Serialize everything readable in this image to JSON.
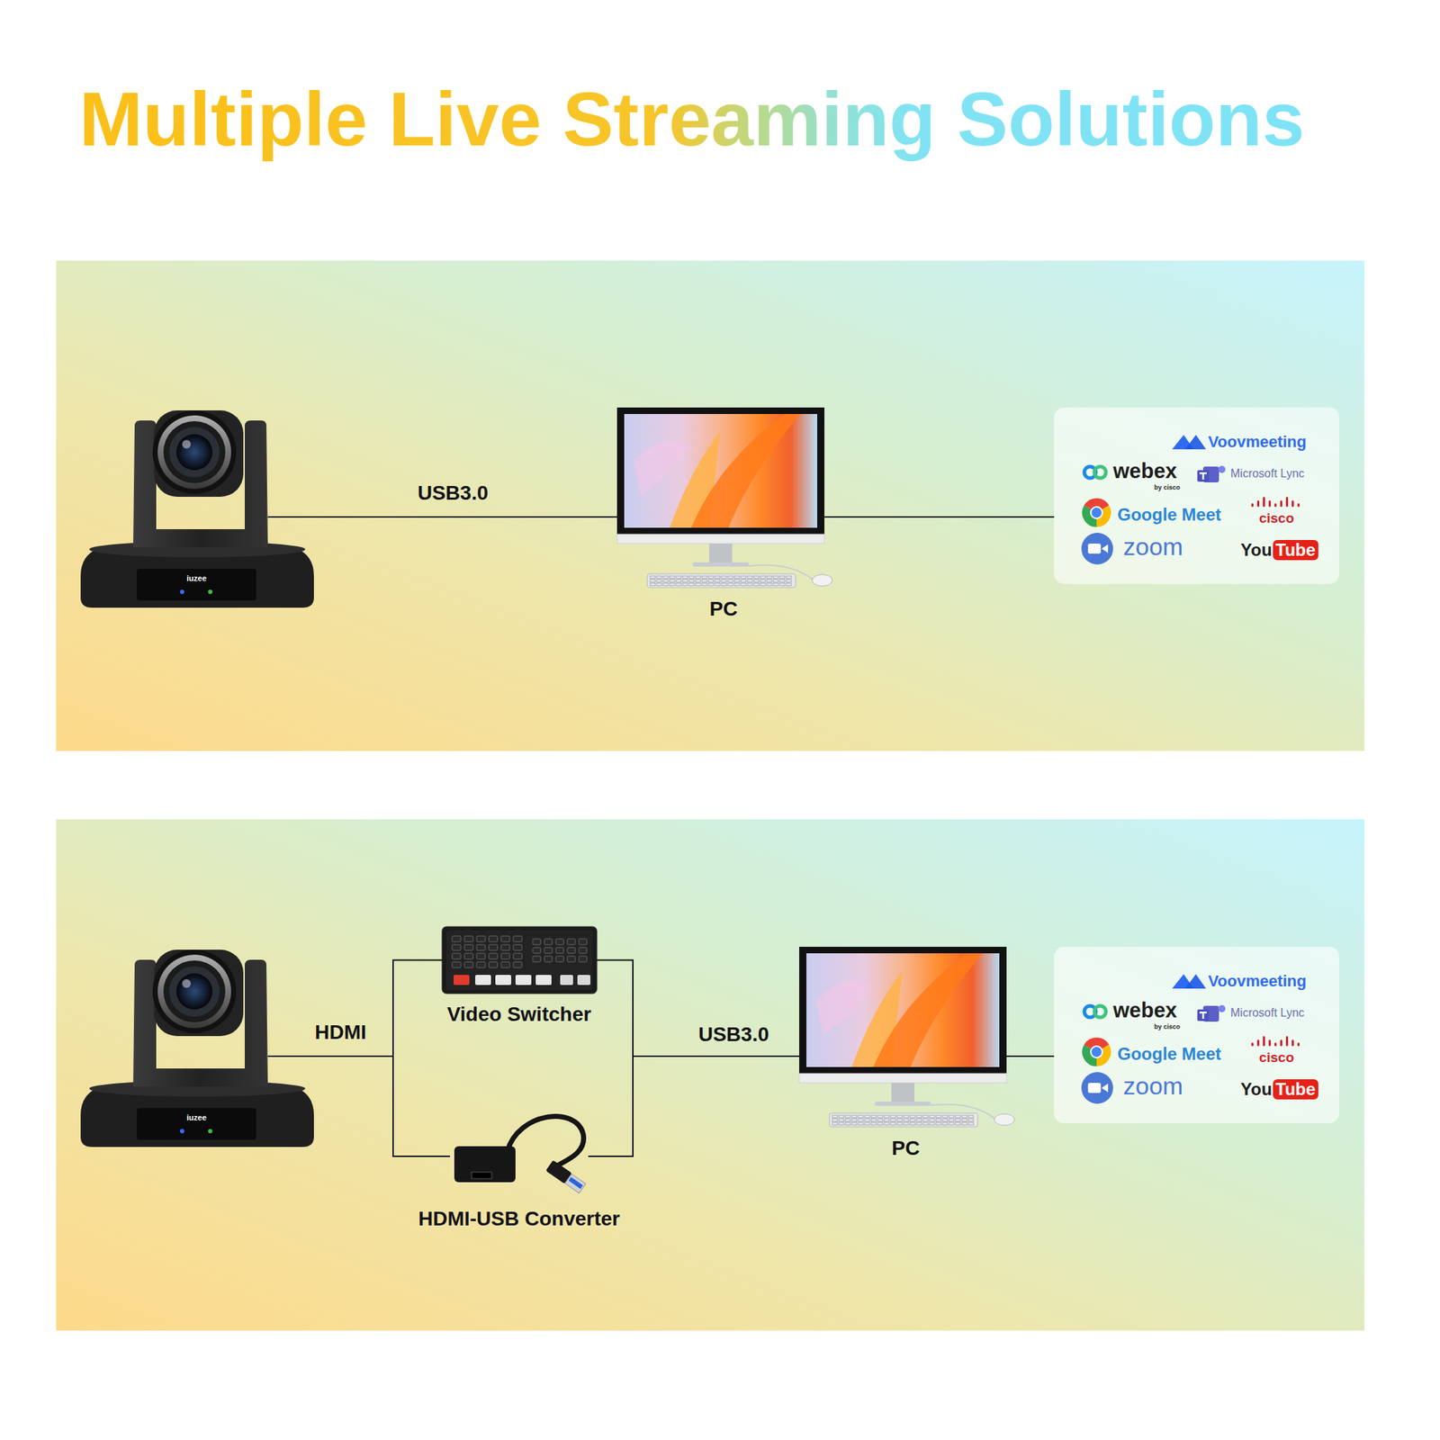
{
  "diagram": {
    "title": "Multiple Live Streaming Solutions",
    "nodes": [
      {
        "text": [
          "iuzee"
        ]
      },
      {
        "text": [
          "PC"
        ]
      },
      {
        "text": [
          "Voovmeeting",
          "webex",
          "by cisco",
          "Microsoft Lync",
          "Google Meet",
          "cisco",
          "zoom",
          "You",
          "Tube"
        ]
      },
      {
        "text": [
          "iuzee"
        ]
      },
      {
        "text": [
          "Video Switcher"
        ]
      },
      {
        "text": [
          "HDMI-USB Converter"
        ]
      },
      {
        "text": [
          "PC"
        ]
      },
      {
        "text": [
          "Voovmeeting",
          "webex",
          "by cisco",
          "Microsoft Lync",
          "Google Meet",
          "cisco",
          "zoom",
          "You",
          "Tube"
        ]
      }
    ],
    "edges": [
      {
        "from": 0,
        "to": 1,
        "label": "USB3.0",
        "arrow": "none"
      },
      {
        "from": 1,
        "to": 2,
        "arrow": "none"
      },
      {
        "from": 3,
        "to": 4,
        "label": "HDMI",
        "arrow": "none"
      },
      {
        "from": 3,
        "to": 5,
        "arrow": "none"
      },
      {
        "from": 4,
        "to": 6,
        "label": "USB3.0",
        "arrow": "none"
      },
      {
        "from": 5,
        "to": 6,
        "arrow": "none"
      },
      {
        "from": 6,
        "to": 7,
        "arrow": "none"
      }
    ]
  }
}
